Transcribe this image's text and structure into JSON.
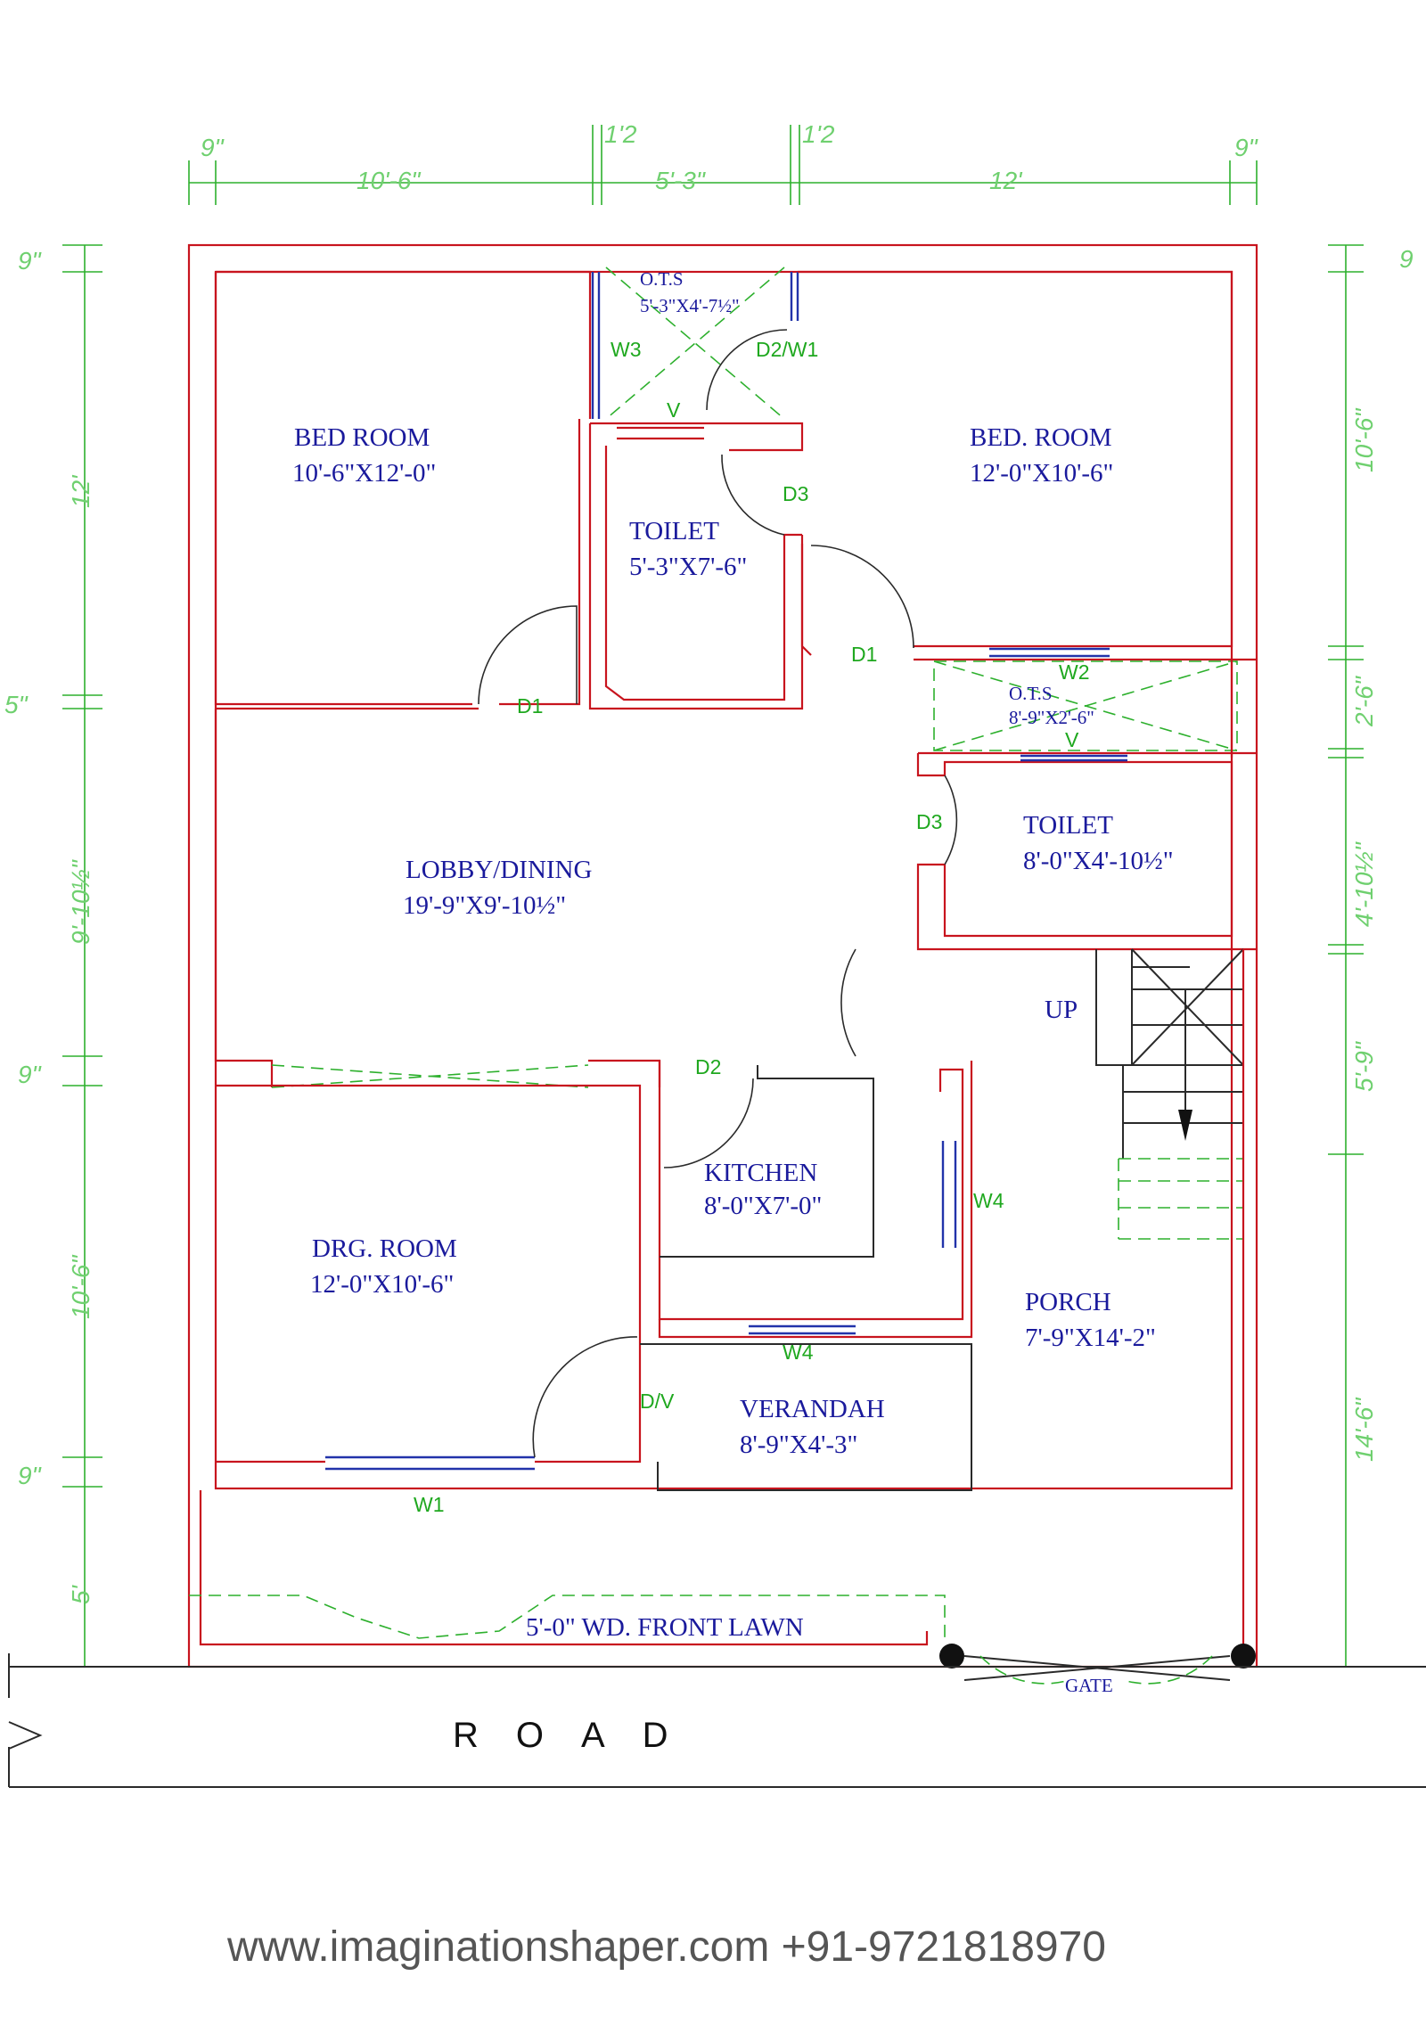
{
  "rooms": {
    "bed_left": {
      "name": "BED ROOM",
      "size": "10'-6\"X12'-0\""
    },
    "bed_right": {
      "name": "BED. ROOM",
      "size": "12'-0\"X10'-6\""
    },
    "ots_top": {
      "name": "O.T.S",
      "size": "5'-3\"X4'-7½\""
    },
    "toilet_mid": {
      "name": "TOILET",
      "size": "5'-3\"X7'-6\""
    },
    "ots_right": {
      "name": "O.T.S",
      "size": "8'-9\"X2'-6\""
    },
    "toilet_right": {
      "name": "TOILET",
      "size": "8'-0\"X4'-10½\""
    },
    "lobby": {
      "name": "LOBBY/DINING",
      "size": "19'-9\"X9'-10½\""
    },
    "kitchen": {
      "name": "KITCHEN",
      "size": "8'-0\"X7'-0\""
    },
    "drg": {
      "name": "DRG. ROOM",
      "size": "12'-0\"X10'-6\""
    },
    "porch": {
      "name": "PORCH",
      "size": "7'-9\"X14'-2\""
    },
    "verandah": {
      "name": "VERANDAH",
      "size": "8'-9\"X4'-3\""
    }
  },
  "tags": {
    "w3": "W3",
    "d2w1": "D2/W1",
    "v_top": "V",
    "d3_top": "D3",
    "d1_right": "D1",
    "w2": "W2",
    "v_right": "V",
    "d1_left": "D1",
    "d3_right": "D3",
    "up": "UP",
    "d2": "D2",
    "w4_right": "W4",
    "w4_bottom": "W4",
    "dv": "D/V",
    "w1": "W1"
  },
  "top_dims": [
    "9\"",
    "10'-6\"",
    "1'2",
    "5'-3\"",
    "1'2",
    "12'",
    "9\""
  ],
  "left_dims": [
    "9\"",
    "12'",
    "5\"",
    "9'-10½\"",
    "9\"",
    "10'-6\"",
    "9\"",
    "5'"
  ],
  "right_dims": [
    "9",
    "10'-6\"",
    "2'-6\"",
    "4'-10½\"",
    "5'-9\"",
    "14'-6\""
  ],
  "lawn": "5'-0\" WD.  FRONT LAWN",
  "gate": "GATE",
  "road": "ROAD",
  "footer": "www.imaginationshaper.com +91-9721818970",
  "colors": {
    "wall": "#c8141e",
    "dimension": "#2db02d",
    "room_label": "#1a1a9c",
    "tag": "#1fa81f",
    "window": "#2233aa"
  }
}
